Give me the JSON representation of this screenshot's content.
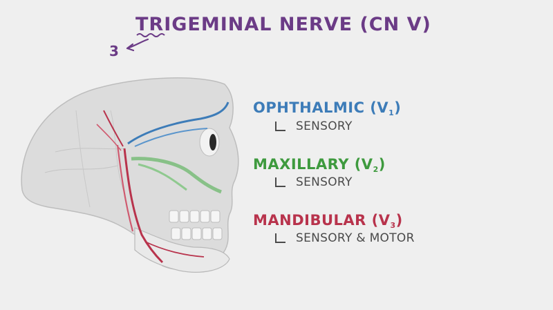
{
  "title": {
    "text": "TRIGEMINAL NERVE (CN V)",
    "annotation_number": "3",
    "color": "#6b3b86"
  },
  "branches": [
    {
      "name": "OPHTHALMIC (V",
      "subscript": "1",
      "close": ")",
      "role": "SENSORY",
      "color": "#3d7cb8"
    },
    {
      "name": "MAXILLARY (V",
      "subscript": "2",
      "close": ")",
      "role": "SENSORY",
      "color": "#3e9a3e"
    },
    {
      "name": "MANDIBULAR (V",
      "subscript": "3",
      "close": ")",
      "role": "SENSORY & MOTOR",
      "color": "#b8334c"
    }
  ],
  "illustration": {
    "icon": "skull-icon"
  }
}
